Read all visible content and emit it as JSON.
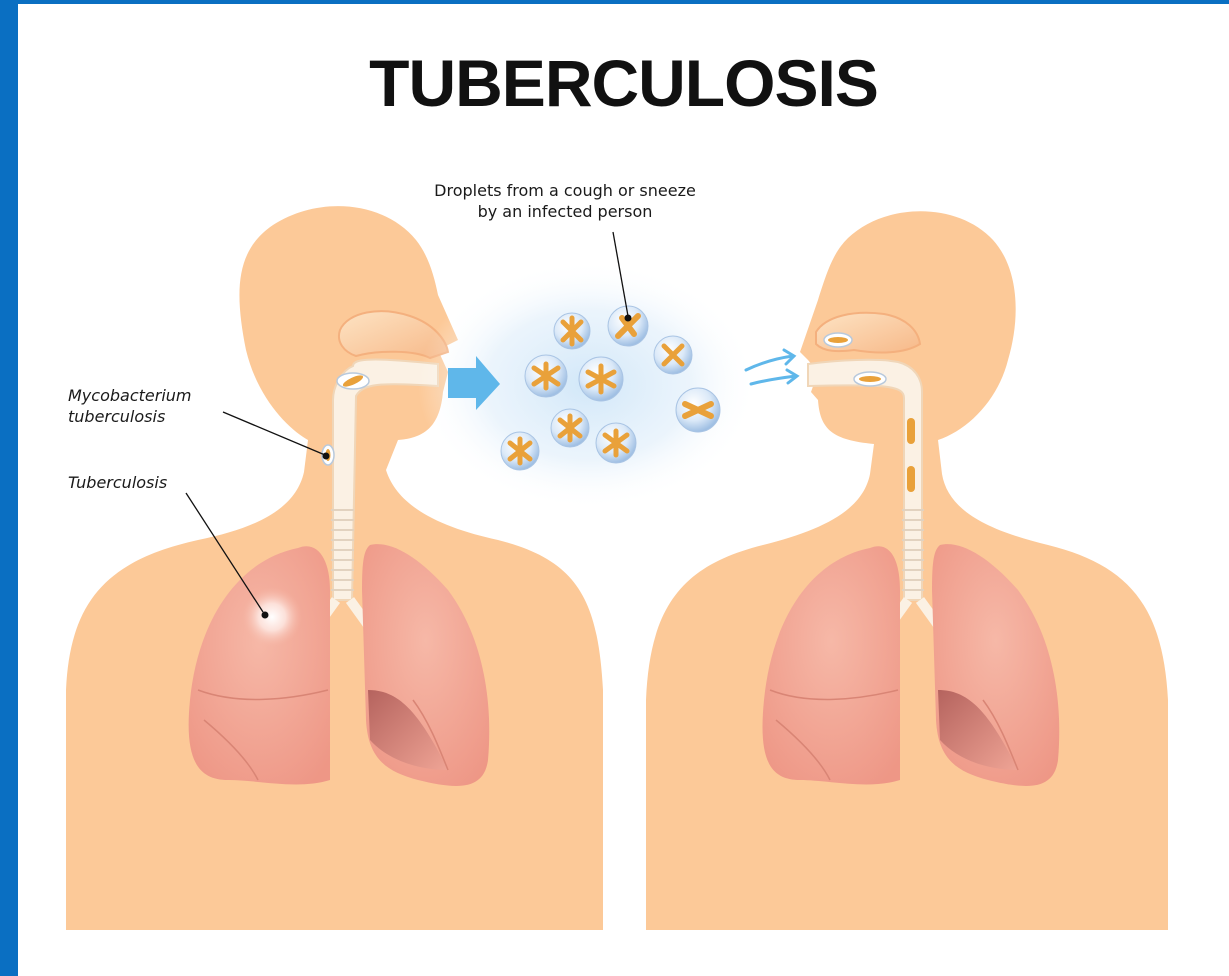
{
  "title": "TUBERCULOSIS",
  "labels": {
    "droplets_line1": "Droplets from a cough or sneeze",
    "droplets_line2": "by an infected person",
    "myco_line1": "Mycobacterium",
    "myco_line2": "tuberculosis",
    "tuberculosis": "Tuberculosis"
  },
  "colors": {
    "frame": "#0a6fc2",
    "skin": "#fcc998",
    "lung": "#f2a796",
    "trachea": "#fbf1e4",
    "droplet": "#c7def6",
    "bacteria": "#e9a13a",
    "arrow": "#5fb7ea"
  }
}
